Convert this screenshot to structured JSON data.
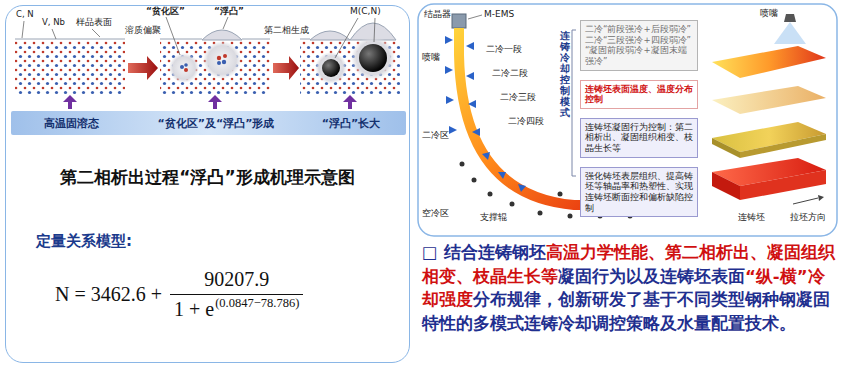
{
  "diagram": {
    "nodes": [
      {
        "text": [
          "第二相析出过程“浮凸”形成机理示意图",
          "定量关系模型:"
        ]
      },
      {
        "text": [
          "高温固溶态",
          "“贫化区”及“浮凸”形成",
          "“浮凸”长大"
        ],
        "in": 0
      },
      {
        "text": [
          "二冷“前段强冷+后段弱冷”",
          "二冷“三段强冷+四段弱冷”",
          "“凝固前段弱冷+凝固末端强冷”"
        ]
      },
      {
        "text": [
          "连铸坯表面温度、温度分布控制"
        ]
      },
      {
        "text": [
          "连铸坯凝固行为控制：第二相析出、凝固组织相变、枝晶生长等"
        ]
      },
      {
        "text": [
          "强化铸坯表层组织、提高铸坯等轴晶率和热塑性、实现连铸坯断面控和偏析缺陷控制"
        ]
      }
    ],
    "labels": [
      "C, N",
      "V, Nb",
      "样品表面",
      "“贫化区”",
      "“浮凸”",
      "M(C,N)",
      "溶质偏聚",
      "第二相生成",
      "N = 3462.6 +",
      "90207.9",
      "1 + e",
      "(0.0847−78.786)",
      "结晶器",
      "M-EMS",
      "喷嘴",
      "二冷一段",
      "二冷二段",
      "二冷三段",
      "二冷四段",
      "二冷区",
      "空冷区",
      "支撑辊",
      "连铸冷却控制模式",
      "喷嘴",
      "连铸坯",
      "拉坯方向",
      "□",
      "结合连铸钢坯",
      "高温力学性能、第二相析出、凝固组织相变、枝晶生长等",
      "凝固行为以及连铸坯表面",
      "“纵-横”冷却强度",
      "分布规律，创新研发了基于不同类型钢种钢凝固特性的多模式连铸冷却调控策略及水量配置技术。"
    ]
  }
}
